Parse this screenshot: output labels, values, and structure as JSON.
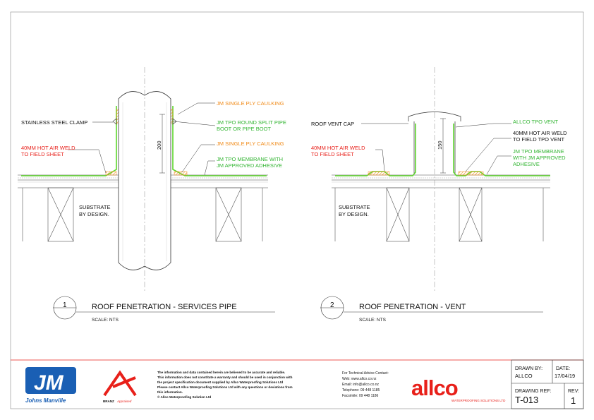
{
  "diagram1": {
    "labels": {
      "clamp": "STAINLESS STEEL CLAMP",
      "weld_l1": "40MM HOT AIR WELD",
      "weld_l2": "TO FIELD SHEET",
      "caulk_top": "JM SINGLE PLY CAULKING",
      "boot_l1": "JM TPO ROUND SPLIT PIPE",
      "boot_l2": "BOOT OR PIPE BOOT",
      "caulk_mid": "JM SINGLE PLY CAULKING",
      "membrane_l1": "JM TPO MEMBRANE WITH",
      "membrane_l2": "JM APPROVED ADHESIVE",
      "substrate_l1": "SUBSTRATE",
      "substrate_l2": "BY DESIGN.",
      "dimension": "200"
    },
    "number": "1",
    "title": "ROOF PENETRATION - SERVICES PIPE",
    "scale": "SCALE: NTS"
  },
  "diagram2": {
    "labels": {
      "cap": "ROOF VENT CAP",
      "weld_l1": "40MM HOT AIR WELD",
      "weld_l2": "TO FIELD SHEET",
      "vent": "ALLCO TPO VENT",
      "weld2_l1": "40MM HOT AIR WELD",
      "weld2_l2": "TO FIELD TPO VENT",
      "membrane_l1": "JM TPO MEMBRANE",
      "membrane_l2": "WITH JM APPROVED",
      "membrane_l3": "ADHESIVE",
      "substrate_l1": "SUBSTRATE",
      "substrate_l2": "BY DESIGN.",
      "dimension": "150"
    },
    "number": "2",
    "title": "ROOF PENETRATION - VENT",
    "scale": "SCALE: NTS"
  },
  "titleblock": {
    "jm_logo": "JM",
    "jm_name": "Johns Manville",
    "branz": "BRANZ",
    "branz_approved": "Appraised",
    "disclaimer": [
      "The information and data contained herein are believed to be accurate and reliable.",
      "This information does not constitute a warranty and should be used in conjunction with",
      "the project specification document supplied by Allco Waterproofing Solutions Ltd",
      "Please contact Allco Waterproofing Solutions Ltd with any questions or deviations from",
      "this information.",
      "© Allco Waterproofing Solution Ltd"
    ],
    "contact": [
      "For Technical Advice Contact:",
      "Web: www.allco.co.nz",
      "Email: info@allco.co.nz",
      "Telephone: 09 448 1185",
      "Facsimile: 09 448 1186"
    ],
    "allco_logo": "allco",
    "allco_tagline": "WATERPROOFING SOLUTIONS LTD",
    "drawn_by_label": "DRAWN BY:",
    "drawn_by": "ALLCO",
    "date_label": "DATE:",
    "date": "17/04/19",
    "ref_label": "DRAWING REF:",
    "ref": "T-013",
    "rev_label": "REV:",
    "rev": "1"
  },
  "colors": {
    "membrane": "#5dd62c",
    "caulking": "#f08a17",
    "red_text": "#e8201a",
    "green_text": "#33b533",
    "brand_blue": "#1a5fb4",
    "brand_red": "#e8201a"
  }
}
